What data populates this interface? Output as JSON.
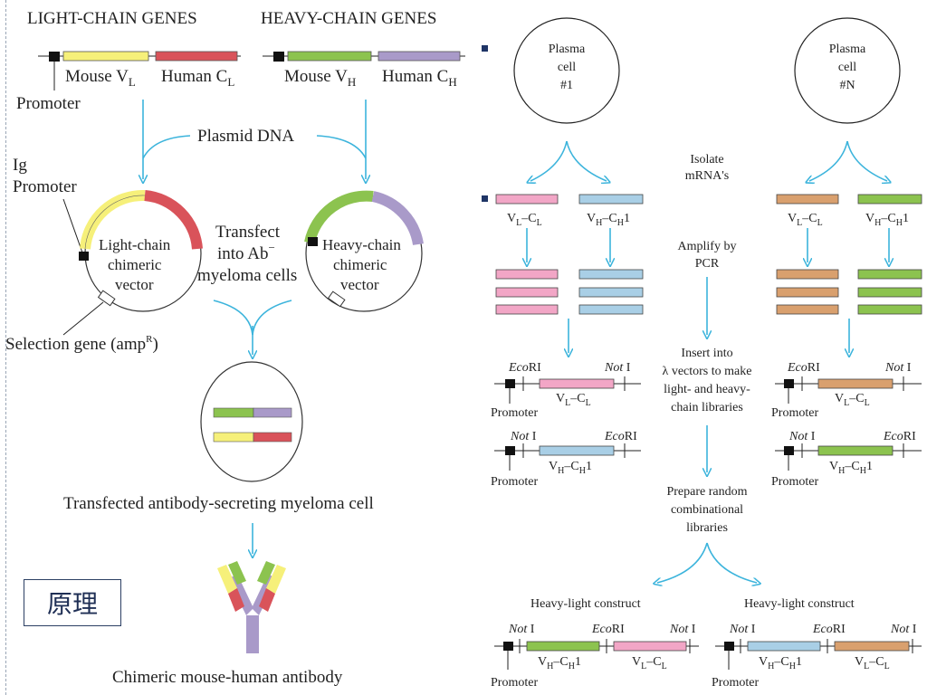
{
  "left": {
    "light_chain_header": "LIGHT-CHAIN GENES",
    "heavy_chain_header": "HEAVY-CHAIN GENES",
    "mouse_vl": "Mouse V",
    "mouse_vl_sub": "L",
    "human_cl": "Human C",
    "human_cl_sub": "L",
    "mouse_vh": "Mouse V",
    "mouse_vh_sub": "H",
    "human_ch": "Human C",
    "human_ch_sub": "H",
    "promoter": "Promoter",
    "plasmid_dna": "Plasmid DNA",
    "ig_promoter_1": "Ig",
    "ig_promoter_2": "Promoter",
    "light_vector_1": "Light-chain",
    "light_vector_2": "chimeric",
    "light_vector_3": "vector",
    "heavy_vector_1": "Heavy-chain",
    "heavy_vector_2": "chimeric",
    "heavy_vector_3": "vector",
    "transfect_1": "Transfect",
    "transfect_2": "into Ab",
    "transfect_2_sup": "−",
    "transfect_3": "myeloma cells",
    "selection_gene": "Selection gene (amp",
    "selection_gene_sup": "R",
    "selection_gene_end": ")",
    "transfected_cell": "Transfected antibody-secreting myeloma cell",
    "chimeric_antibody": "Chimeric mouse-human antibody",
    "caption": "原理"
  },
  "right": {
    "plasma1_l1": "Plasma",
    "plasma1_l2": "cell",
    "plasma1_l3": "#1",
    "plasmaN_l1": "Plasma",
    "plasmaN_l2": "cell",
    "plasmaN_l3": "#N",
    "isolate_1": "Isolate",
    "isolate_2": "mRNA's",
    "amplify_1": "Amplify by",
    "amplify_2": "PCR",
    "insert_1": "Insert into",
    "insert_2": "λ vectors to make",
    "insert_3": "light- and heavy-",
    "insert_4": "chain libraries",
    "prepare_1": "Prepare random",
    "prepare_2": "combinational",
    "prepare_3": "libraries",
    "vl_cl": "V",
    "vh_ch1": "V",
    "ecori_italic": "Eco",
    "ecori_rest": "RI",
    "noti_italic": "Not",
    "noti_rest": " I",
    "promoter": "Promoter",
    "heavy_light_construct": "Heavy-light construct"
  },
  "colors": {
    "yellow": "#f6f07a",
    "red": "#d9535a",
    "green": "#8cc34f",
    "purple": "#a99ac9",
    "pink": "#f2a6c6",
    "blue": "#a9cfe6",
    "orange": "#d9a06e",
    "arrow": "#3cb4dc",
    "bullet": "#1f3566"
  }
}
